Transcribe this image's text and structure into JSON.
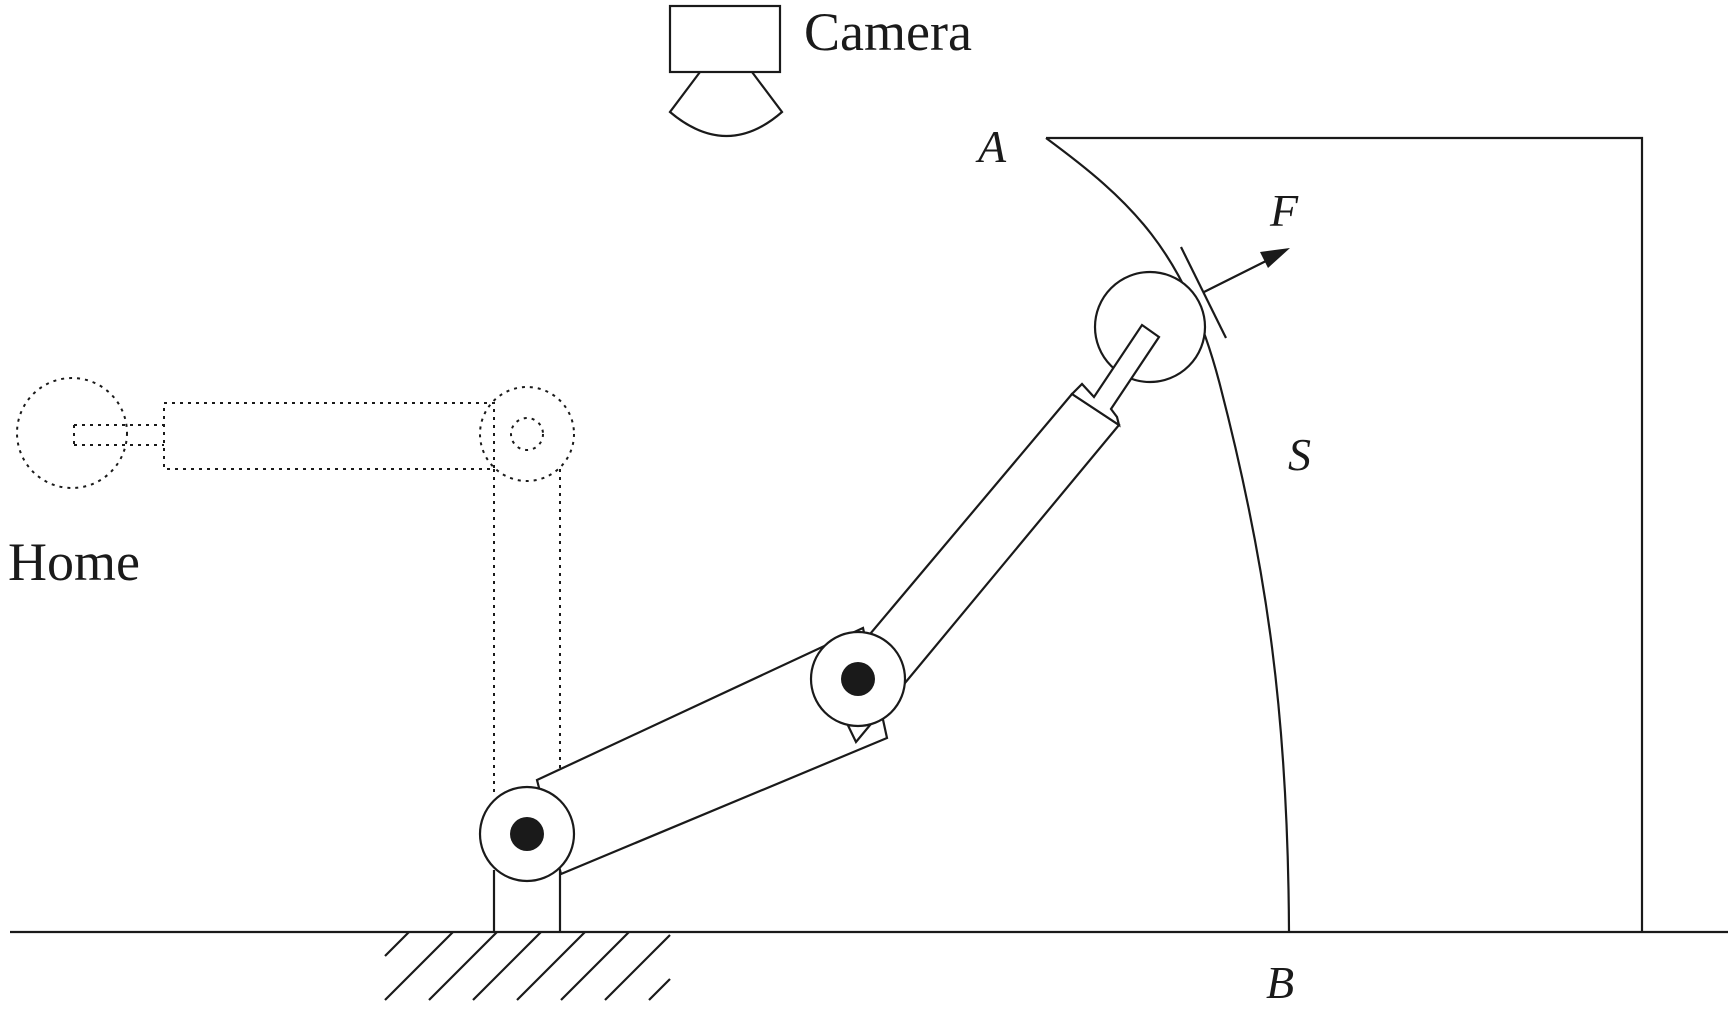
{
  "labels": {
    "camera": "Camera",
    "home": "Home",
    "point_a": "A",
    "point_b": "B",
    "force": "F",
    "surface": "S"
  },
  "colors": {
    "ink": "#1a1a1a",
    "background": "#ffffff"
  }
}
